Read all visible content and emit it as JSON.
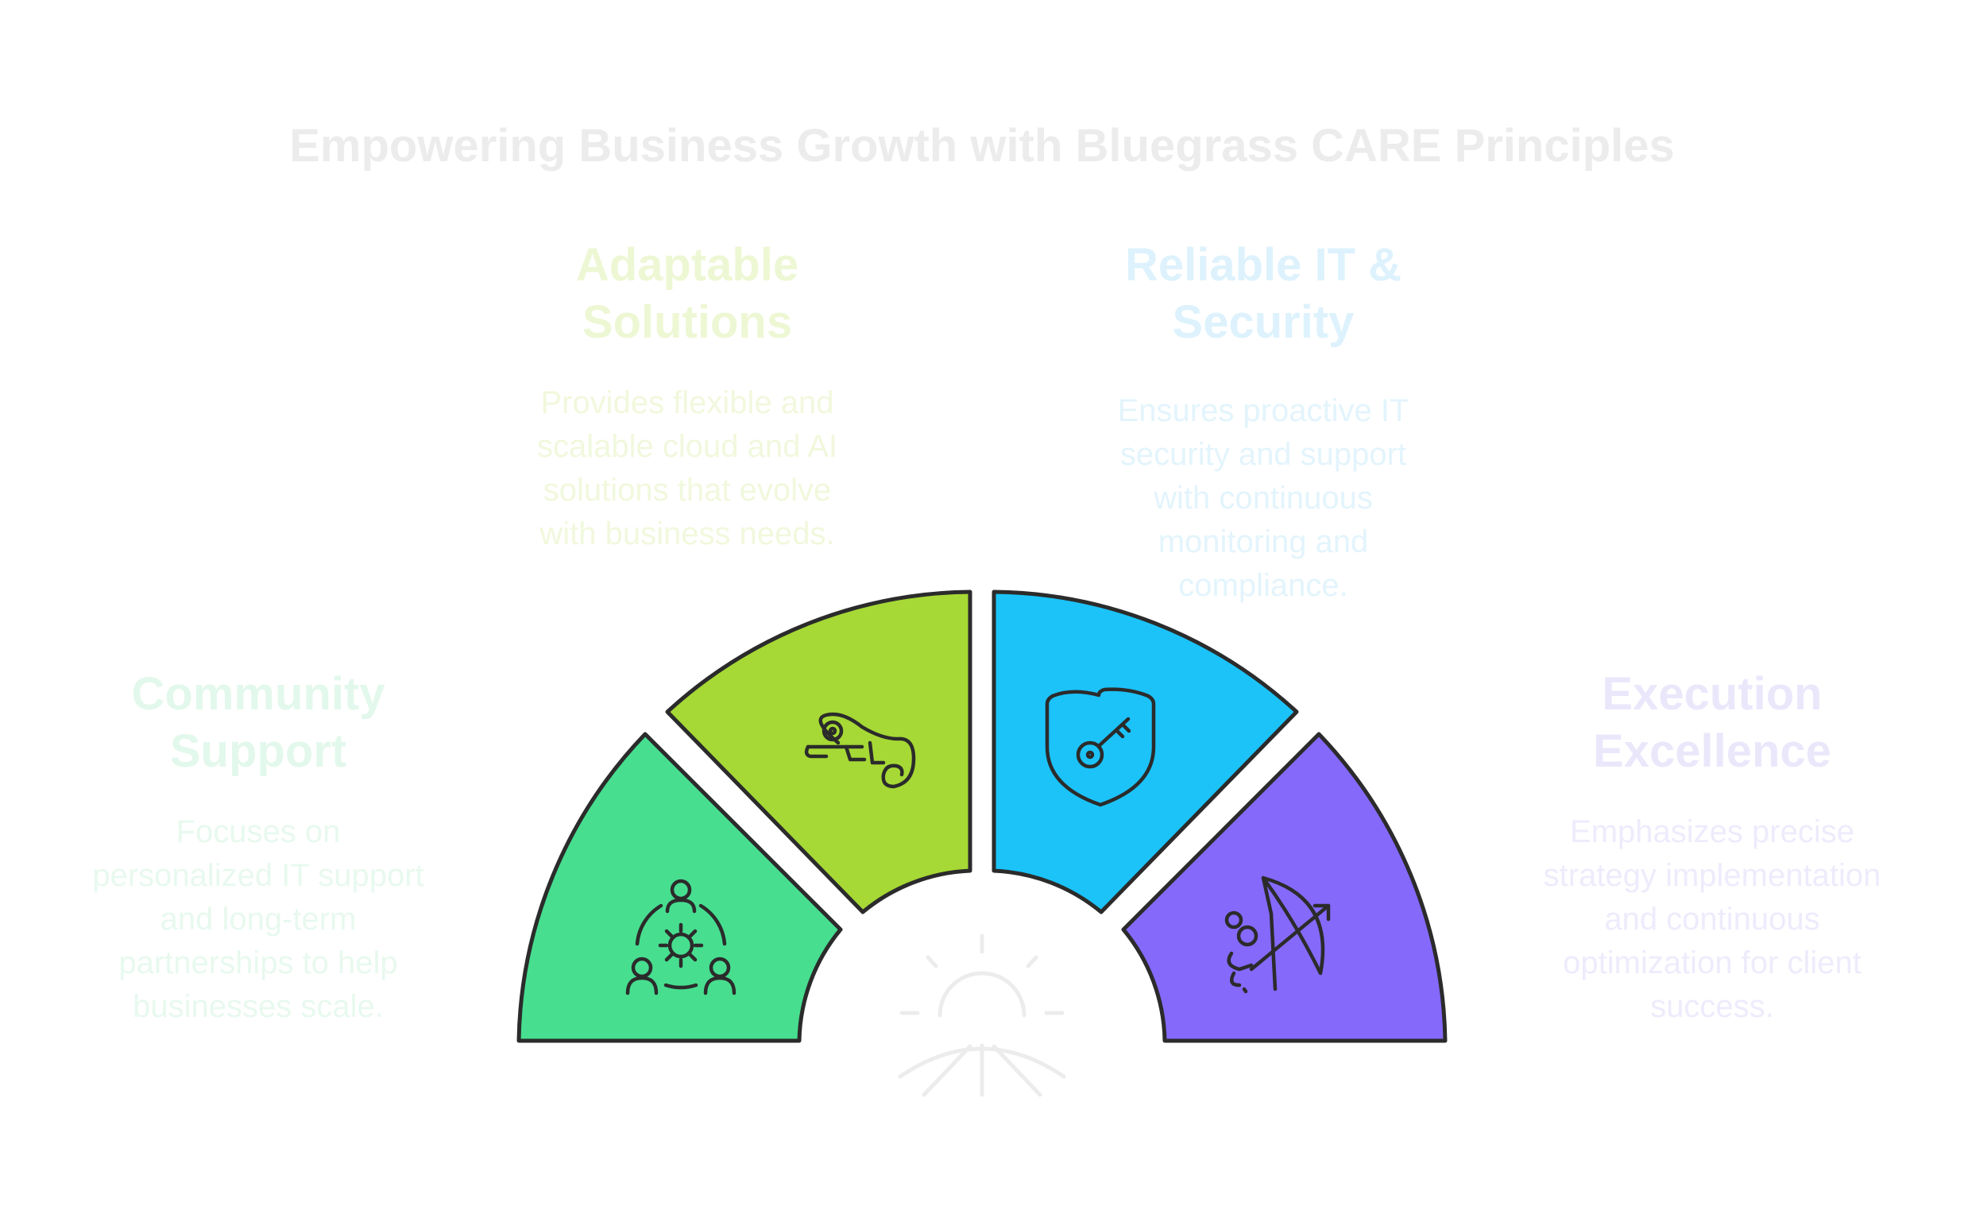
{
  "title": "Empowering Business Growth with Bluegrass CARE Principles",
  "colors": {
    "community": "#47de90",
    "adaptable": "#a6d935",
    "reliable": "#1bc3f9",
    "execution": "#8569fb"
  },
  "segments": [
    {
      "key": "community",
      "heading": "Community Support",
      "heading_lines": [
        "Community",
        "Support"
      ],
      "description": "Focuses on personalized IT support and long-term partnerships to help businesses scale.",
      "description_lines": [
        "Focuses on",
        "personalized IT support",
        "and long-term",
        "partnerships to help",
        "businesses scale."
      ],
      "icon": "team-gear-icon"
    },
    {
      "key": "adaptable",
      "heading": "Adaptable Solutions",
      "heading_lines": [
        "Adaptable",
        "Solutions"
      ],
      "description": "Provides flexible and scalable cloud and AI solutions that evolve with business needs.",
      "description_lines": [
        "Provides flexible and",
        "scalable cloud and AI",
        "solutions that evolve",
        "with business needs."
      ],
      "icon": "chameleon-icon"
    },
    {
      "key": "reliable",
      "heading": "Reliable IT & Security",
      "heading_lines": [
        "Reliable IT &",
        "Security"
      ],
      "description": "Ensures proactive IT security and support with continuous monitoring and compliance.",
      "description_lines": [
        "Ensures proactive IT",
        "security and support",
        "with continuous",
        "monitoring and",
        "compliance."
      ],
      "icon": "shield-key-icon"
    },
    {
      "key": "execution",
      "heading": "Execution Excellence",
      "heading_lines": [
        "Execution",
        "Excellence"
      ],
      "description": "Emphasizes precise strategy implementation and continuous optimization for client success.",
      "description_lines": [
        "Emphasizes precise",
        "strategy implementation",
        "and continuous",
        "optimization for client",
        "success."
      ],
      "icon": "archer-bow-icon"
    }
  ]
}
